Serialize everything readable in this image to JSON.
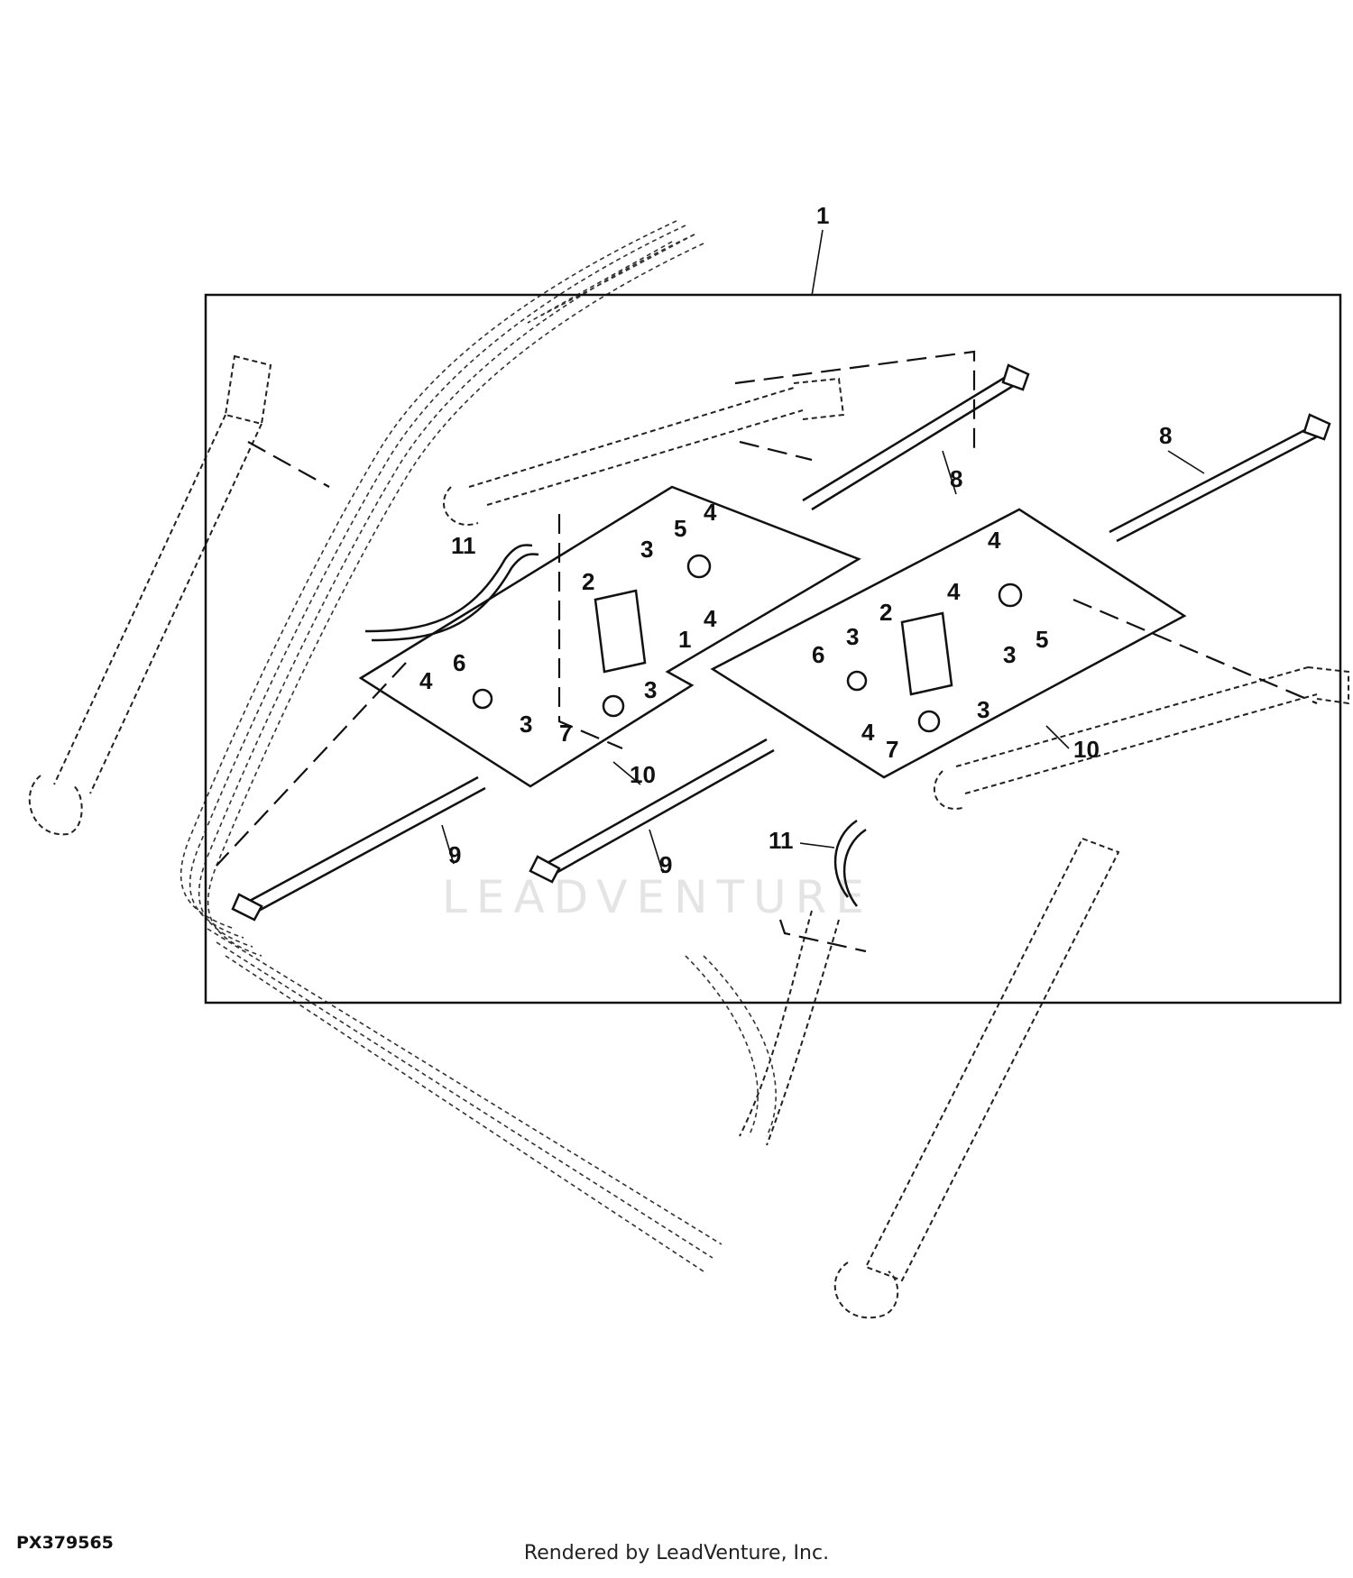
{
  "figure_id": "PX379565",
  "credit": "Rendered by LeadVenture, Inc.",
  "watermark": "LEADVENTURE",
  "callouts": {
    "c1": "1",
    "c1b": "1",
    "c2a": "2",
    "c2b": "2",
    "c3": "3",
    "c4": "4",
    "c5": "5",
    "c6": "6",
    "c7": "7",
    "c8": "8",
    "c9": "9",
    "c10": "10",
    "c11": "11"
  }
}
